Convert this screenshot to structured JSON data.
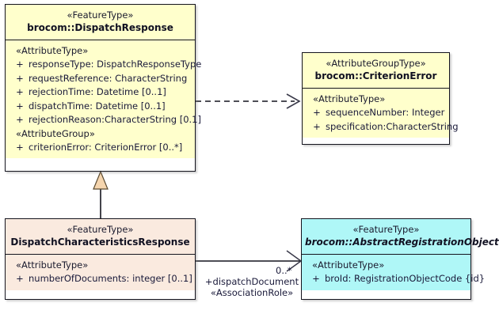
{
  "diagram": {
    "type": "uml-class-diagram",
    "background_color": "#ffffff",
    "palette": {
      "yellow_fill": "#ffffcc",
      "peach_fill": "#faeadf",
      "cyan_fill": "#aff7f7",
      "border": "#14141e",
      "triangle_fill": "#f5d5ae",
      "text": "#1a1a3a"
    }
  },
  "classes": {
    "dispatch_response": {
      "stereotype": "«FeatureType»",
      "name": "brocom::DispatchResponse",
      "fill": "#ffffcc",
      "compartments": [
        {
          "group_stereotype": "«AttributeType»",
          "attributes": [
            {
              "visibility": "+",
              "text": "responseType: DispatchResponseType"
            },
            {
              "visibility": "+",
              "text": "requestReference: CharacterString"
            },
            {
              "visibility": "+",
              "text": "rejectionTime: Datetime [0..1]"
            },
            {
              "visibility": "+",
              "text": "dispatchTime: Datetime [0..1]"
            },
            {
              "visibility": "+",
              "text": "rejectionReason:CharacterString [0.1]"
            }
          ]
        },
        {
          "group_stereotype": "«AttributeGroup»",
          "attributes": [
            {
              "visibility": "+",
              "text": "criterionError: CriterionError [0..*]"
            }
          ]
        }
      ]
    },
    "criterion_error": {
      "stereotype": "«AttributeGroupType»",
      "name": "brocom::CriterionError",
      "fill": "#ffffcc",
      "compartments": [
        {
          "group_stereotype": "«AttributeType»",
          "attributes": [
            {
              "visibility": "+",
              "text": "sequenceNumber: Integer"
            },
            {
              "visibility": "+",
              "text": "specification:CharacterString"
            }
          ]
        }
      ]
    },
    "dispatch_characteristics_response": {
      "stereotype": "«FeatureType»",
      "name": "DispatchCharacteristicsResponse",
      "fill": "#faeadf",
      "compartments": [
        {
          "group_stereotype": "«AttributeType»",
          "attributes": [
            {
              "visibility": "+",
              "text": "numberOfDocuments: integer [0..1]"
            }
          ]
        }
      ]
    },
    "abstract_registration_object": {
      "stereotype": "«FeatureType»",
      "name": "brocom::AbstractRegistrationObject",
      "fill": "#aff7f7",
      "italic_name": true,
      "compartments": [
        {
          "group_stereotype": "«AttributeType»",
          "attributes": [
            {
              "visibility": "+",
              "text": "broId: RegistrationObjectCode {id}"
            }
          ]
        }
      ]
    }
  },
  "connectors": {
    "dependency": {
      "kind": "dependency",
      "line_style": "dashed",
      "arrowhead": "open",
      "from": "brocom::DispatchResponse",
      "to": "brocom::CriterionError"
    },
    "generalization": {
      "kind": "generalization",
      "line_style": "solid",
      "arrowhead": "closed-triangle",
      "from": "DispatchCharacteristicsResponse",
      "to": "brocom::DispatchResponse"
    },
    "association": {
      "kind": "association",
      "line_style": "solid",
      "arrowhead": "open",
      "from": "DispatchCharacteristicsResponse",
      "to": "brocom::AbstractRegistrationObject",
      "target_multiplicity": "0..*",
      "role_name": "+dispatchDocument",
      "role_stereotype": "«AssociationRole»"
    }
  }
}
